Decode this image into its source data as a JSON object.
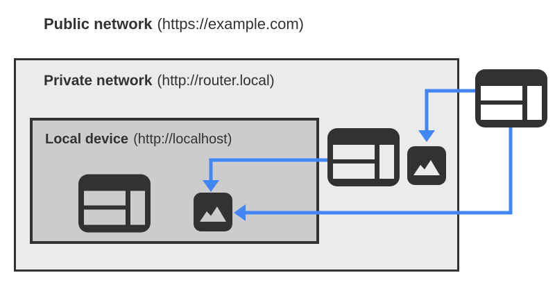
{
  "diagram": {
    "public_network": {
      "label": "Public network",
      "url": "(https://example.com)"
    },
    "private_network": {
      "label": "Private network",
      "url": "(http://router.local)"
    },
    "local_device": {
      "label": "Local device",
      "url": "(http://localhost)"
    },
    "nodes": [
      {
        "id": "public-browser",
        "icon": "browser-window-icon",
        "zone": "Public network"
      },
      {
        "id": "private-browser",
        "icon": "browser-window-icon",
        "zone": "Private network"
      },
      {
        "id": "private-image",
        "icon": "image-resource-icon",
        "zone": "Private network"
      },
      {
        "id": "local-browser",
        "icon": "browser-window-icon",
        "zone": "Local device"
      },
      {
        "id": "local-image",
        "icon": "image-resource-icon",
        "zone": "Local device"
      }
    ],
    "arrows": [
      {
        "from": "private-browser",
        "to": "local-image"
      },
      {
        "from": "public-browser",
        "to": "private-image"
      },
      {
        "from": "public-browser",
        "to": "local-image"
      }
    ],
    "colors": {
      "arrow": "#4285f4",
      "icon_and_border": "#323232",
      "private_bg": "#ebebeb",
      "local_bg": "#cccccc",
      "page_bg": "#ffffff",
      "text": "#323232"
    }
  }
}
